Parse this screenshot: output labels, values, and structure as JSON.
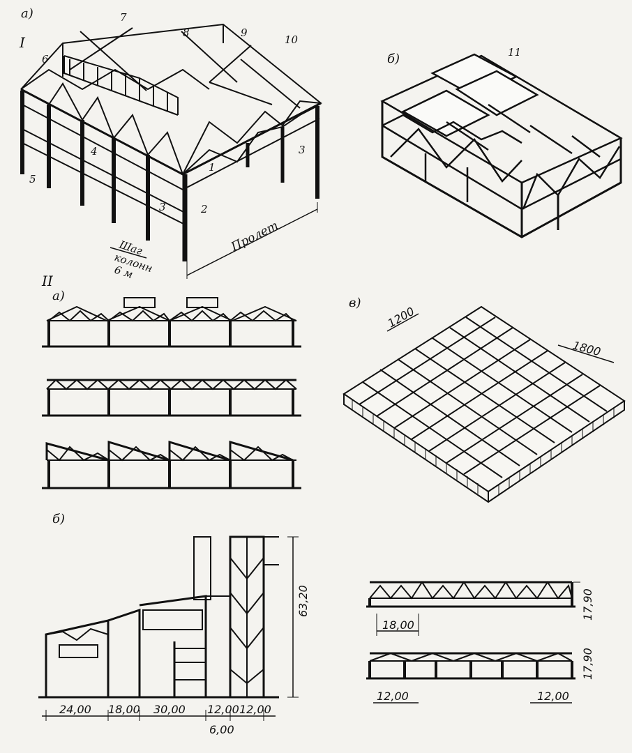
{
  "labels": {
    "section_one": "I",
    "section_two": "II",
    "sub_a_top": "а)",
    "sub_b_top": "б)",
    "sub_v": "в)",
    "sub_a_mid": "а)",
    "sub_b_bottom": "б)"
  },
  "parts": [
    "1",
    "2",
    "3",
    "3",
    "4",
    "5",
    "6",
    "7",
    "8",
    "9",
    "10",
    "11"
  ],
  "texts": {
    "span": "Пролет",
    "step_line1": "Шаг",
    "step_line2": "колонн",
    "step_line3": "6 м"
  },
  "dims": {
    "grid_a": "1200",
    "grid_b": "1800",
    "height_total": "63,20",
    "bays": [
      "24,00",
      "18,00",
      "30,00",
      "12,00",
      "12,00"
    ],
    "bay_small": "6,00",
    "r_span_18": "18,00",
    "r_h1": "17,90",
    "r_span_12a": "12,00",
    "r_span_12b": "12,00",
    "r_h2": "17,90"
  }
}
